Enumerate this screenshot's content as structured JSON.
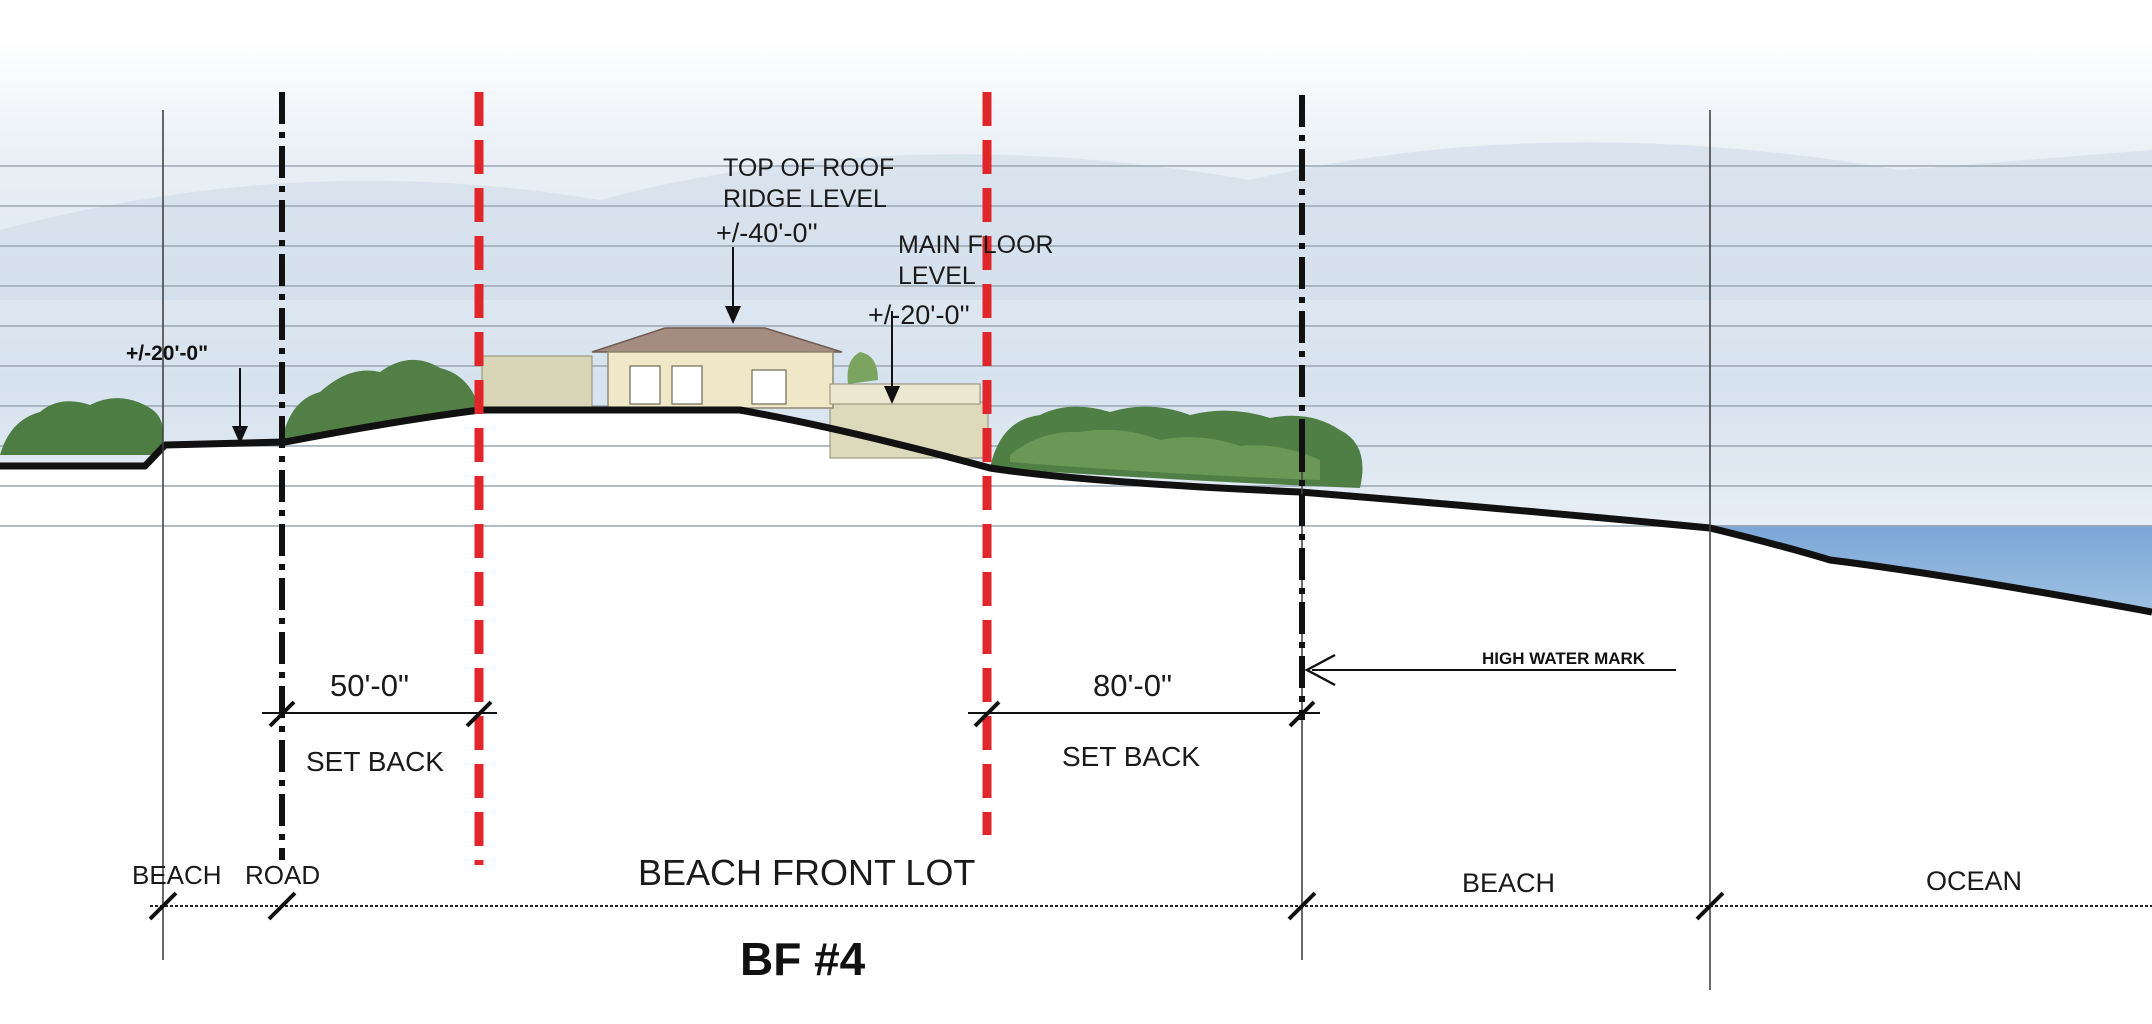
{
  "annotations": {
    "roof_label_line1": "TOP OF ROOF",
    "roof_label_line2": "RIDGE LEVEL",
    "roof_elev": "+/-40'-0''",
    "floor_label_line1": "MAIN FLOOR",
    "floor_label_line2": "LEVEL",
    "floor_elev": "+/-20'-0''",
    "road_elev": "+/-20'-0\"",
    "high_water": "HIGH WATER MARK"
  },
  "dimensions": {
    "left_setback_value": "50'-0\"",
    "left_setback_label": "SET BACK",
    "right_setback_value": "80'-0\"",
    "right_setback_label": "SET BACK"
  },
  "zones": {
    "beach": "BEACH",
    "road": "ROAD",
    "lot": "BEACH FRONT LOT",
    "beach2": "BEACH",
    "ocean": "OCEAN"
  },
  "title": "BF #4",
  "colors": {
    "setback_line": "#e0262a",
    "property_line": "#111111",
    "sky": "#dfe8f1",
    "ocean": "#7fa9d6",
    "vegetation": "#4d7d43"
  }
}
